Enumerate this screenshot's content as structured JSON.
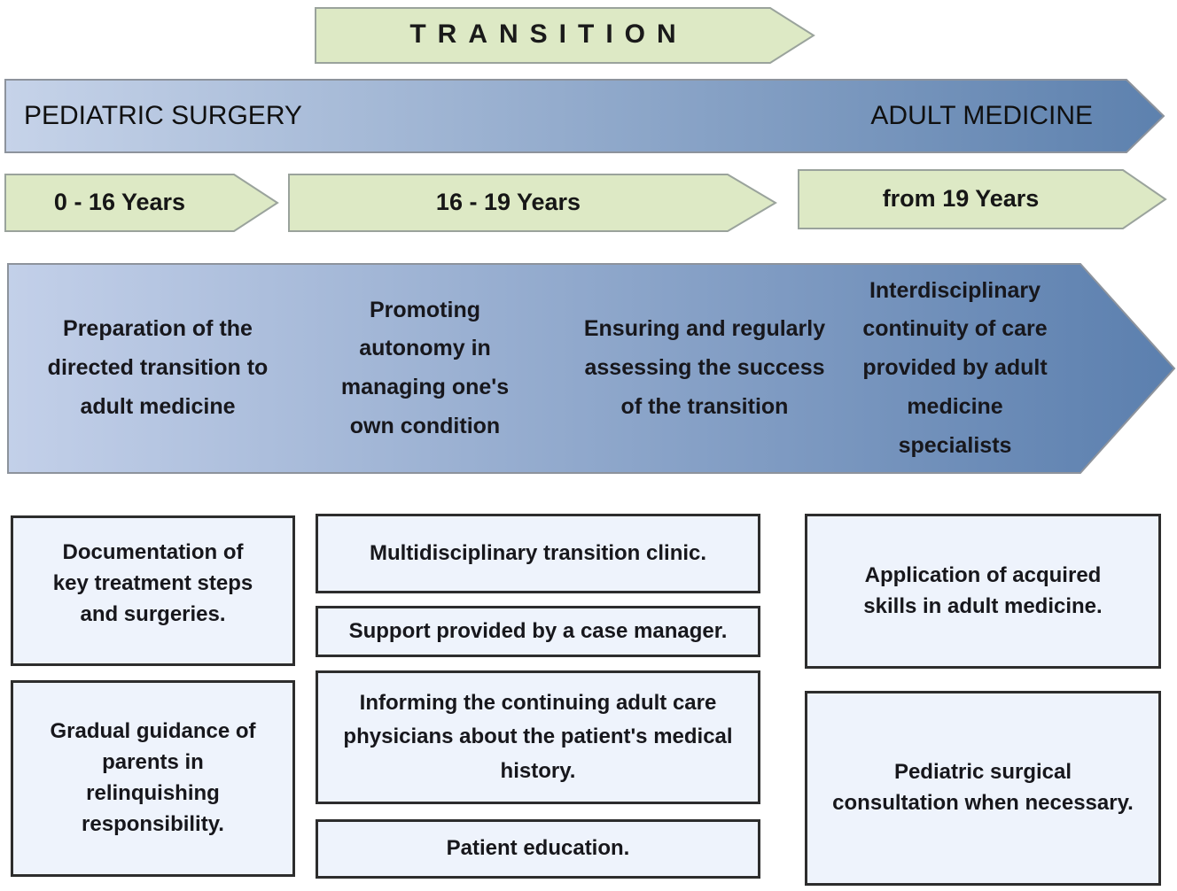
{
  "colors": {
    "green_fill": "#dde9c5",
    "green_border": "#9aa39c",
    "blue_gradient_light": "#c6d3e9",
    "blue_gradient_dark": "#5d81ae",
    "banner_border": "#8d939c",
    "box_fill": "#eef3fc",
    "box_border": "#2d2d2d",
    "text": "#1c1c1c"
  },
  "transition_banner": {
    "label": "TRANSITION"
  },
  "main_banner": {
    "left_label": "PEDIATRIC SURGERY",
    "right_label": "ADULT MEDICINE"
  },
  "age_arrows": [
    {
      "label": "0 - 16 Years"
    },
    {
      "label": "16 - 19 Years"
    },
    {
      "label": "from 19 Years"
    }
  ],
  "phase_arrow": {
    "items": [
      {
        "text": "Preparation of the\ndirected transition to\nadult medicine"
      },
      {
        "text": "Promoting\nautonomy in\nmanaging one's\nown condition"
      },
      {
        "text": "Ensuring and regularly\nassessing the success\nof the transition"
      },
      {
        "text": "Interdisciplinary\ncontinuity of care\nprovided by adult\nmedicine\nspecialists"
      }
    ]
  },
  "columns": [
    {
      "boxes": [
        {
          "text": "Documentation of\nkey treatment steps\nand surgeries."
        },
        {
          "text": "Gradual guidance of\nparents in\nrelinquishing\nresponsibility."
        }
      ]
    },
    {
      "boxes": [
        {
          "text": "Multidisciplinary transition clinic."
        },
        {
          "text": "Support provided by a case manager."
        },
        {
          "text": "Informing the continuing adult care\nphysicians about the patient's medical\nhistory."
        },
        {
          "text": "Patient education."
        }
      ]
    },
    {
      "boxes": [
        {
          "text": "Application of acquired\nskills in adult medicine."
        },
        {
          "text": "Pediatric surgical\nconsultation when necessary."
        }
      ]
    }
  ]
}
